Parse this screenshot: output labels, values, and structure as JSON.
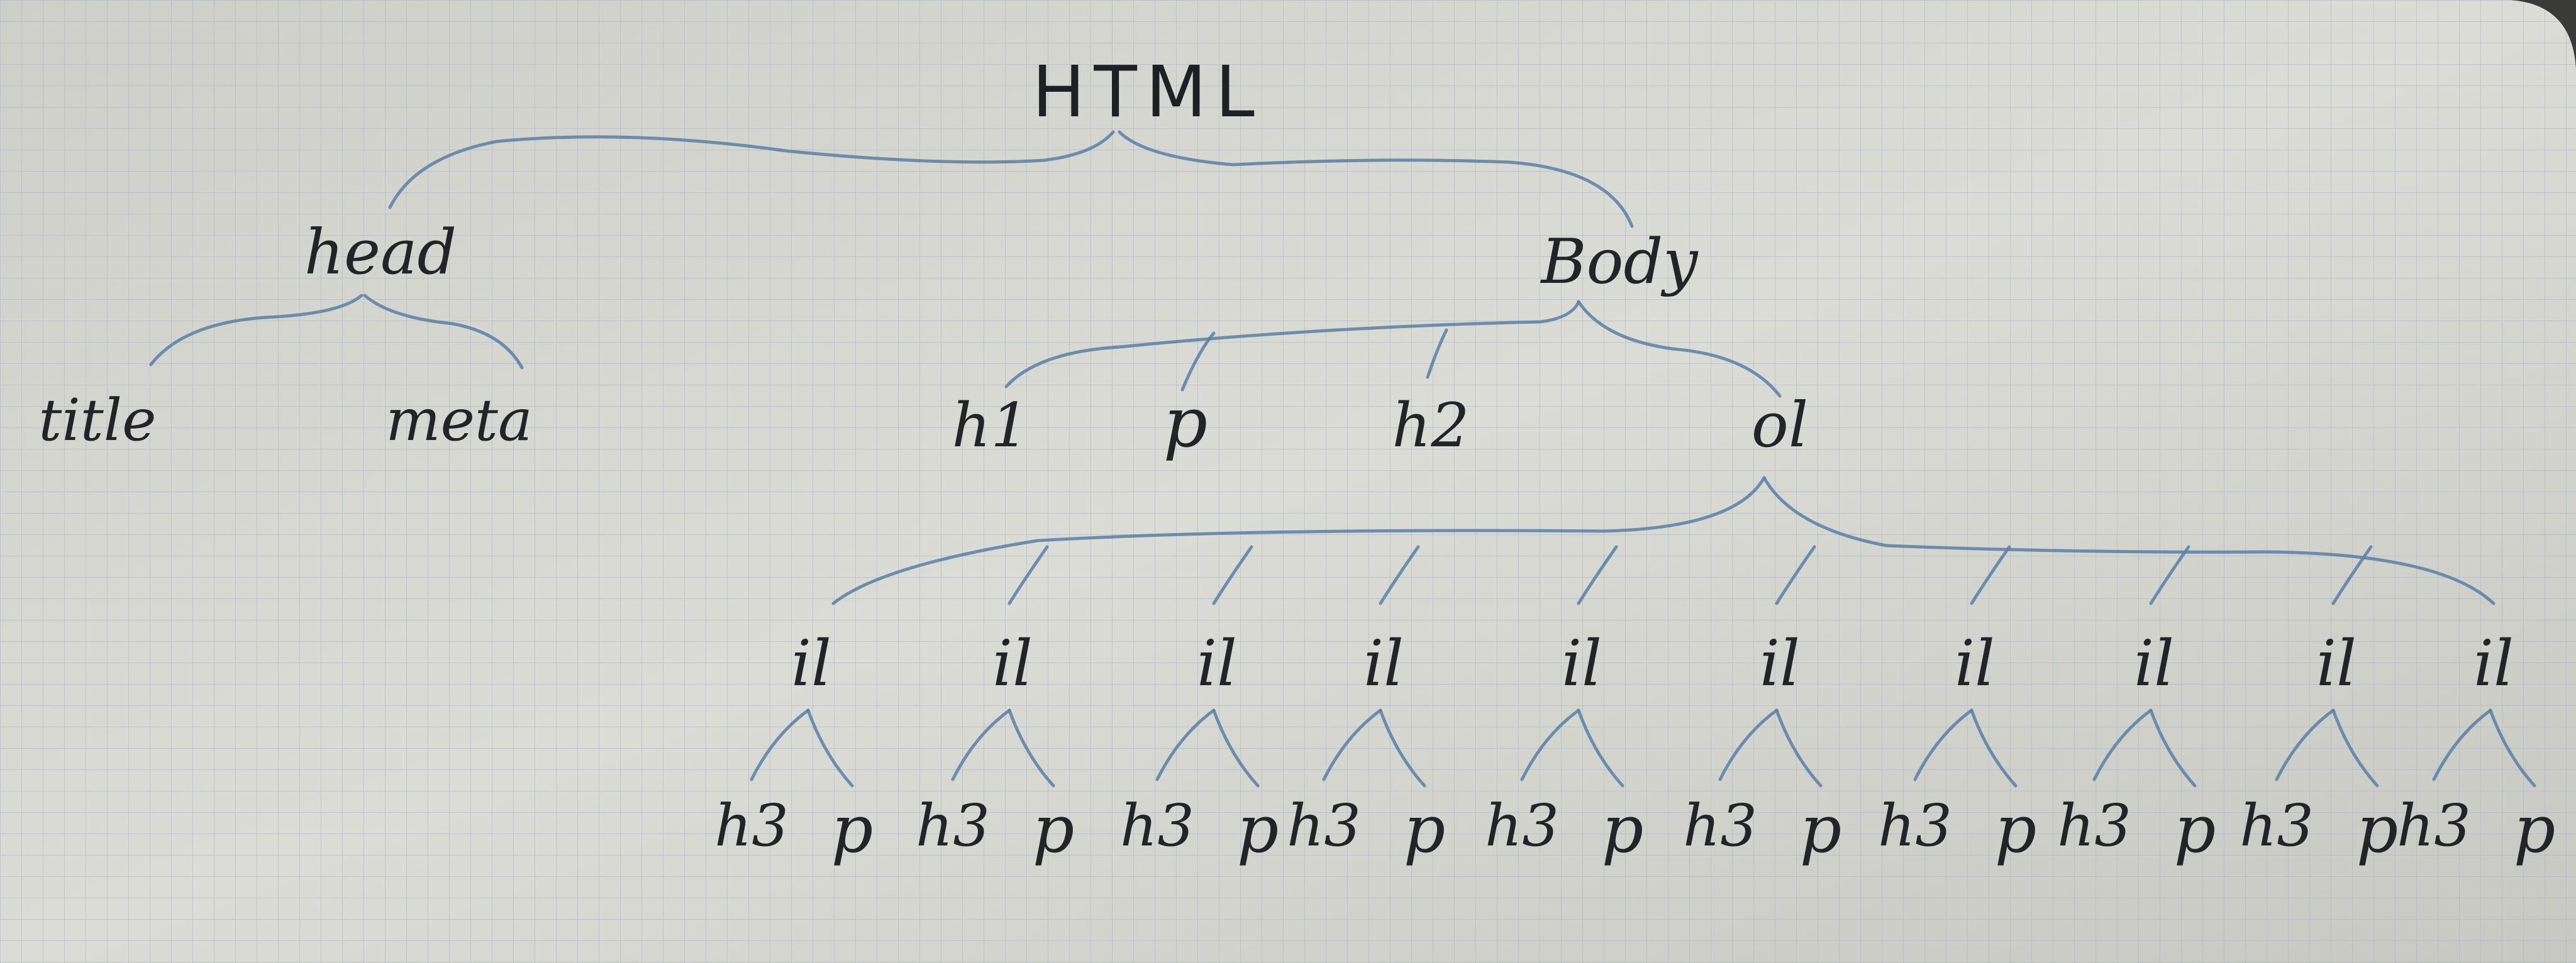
{
  "diagram": {
    "type": "tree",
    "ink_color": "#222428",
    "edge_color": "#5a7fa6",
    "paper_color": "#d9d9d3",
    "grid_color": "#a9b2bb",
    "nodes": {
      "html": "HTML",
      "head": "head",
      "title": "title",
      "meta": "meta",
      "body": "Body",
      "h1": "h1",
      "p": "p",
      "h2": "h2",
      "ol": "ol",
      "items": [
        {
          "label": "il",
          "h3": "h3",
          "p": "p"
        },
        {
          "label": "il",
          "h3": "h3",
          "p": "p"
        },
        {
          "label": "il",
          "h3": "h3",
          "p": "p"
        },
        {
          "label": "il",
          "h3": "h3",
          "p": "p"
        },
        {
          "label": "il",
          "h3": "h3",
          "p": "p"
        },
        {
          "label": "il",
          "h3": "h3",
          "p": "p"
        },
        {
          "label": "il",
          "h3": "h3",
          "p": "p"
        },
        {
          "label": "il",
          "h3": "h3",
          "p": "p"
        },
        {
          "label": "il",
          "h3": "h3",
          "p": "p"
        },
        {
          "label": "il",
          "h3": "h3",
          "p": "p"
        }
      ]
    }
  }
}
